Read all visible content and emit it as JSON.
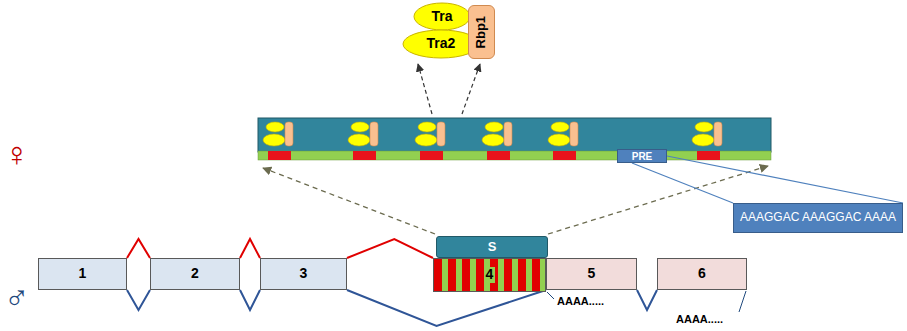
{
  "diagram": {
    "nodes": [
      {
        "text": [
          "Tra"
        ]
      },
      {
        "text": [
          "Tra2"
        ]
      },
      {
        "text": [
          "Rbp1"
        ]
      },
      {
        "text": [
          "PRE"
        ]
      },
      {
        "text": [
          "AAAGGAC AAAGGAC AAAA"
        ]
      },
      {
        "text": [
          "1"
        ]
      },
      {
        "text": [
          "2"
        ]
      },
      {
        "text": [
          "3"
        ]
      },
      {
        "text": [
          "S"
        ]
      },
      {
        "text": [
          "4"
        ]
      },
      {
        "text": [
          "5"
        ]
      },
      {
        "text": [
          "6"
        ]
      }
    ],
    "edges": [
      {
        "from": 5,
        "to": 6,
        "arrow": "none"
      },
      {
        "from": 6,
        "to": 7,
        "arrow": "none"
      },
      {
        "from": 7,
        "to": 9,
        "arrow": "none"
      },
      {
        "from": 5,
        "to": 6,
        "arrow": "none"
      },
      {
        "from": 6,
        "to": 7,
        "arrow": "none"
      },
      {
        "from": 7,
        "to": 10,
        "arrow": "none"
      },
      {
        "from": 10,
        "to": 11,
        "arrow": "none"
      },
      {
        "from": 3,
        "to": 4,
        "arrow": "none"
      }
    ],
    "labels": [
      "♀",
      "♂",
      "AAAA.....",
      "AAAA....."
    ]
  }
}
